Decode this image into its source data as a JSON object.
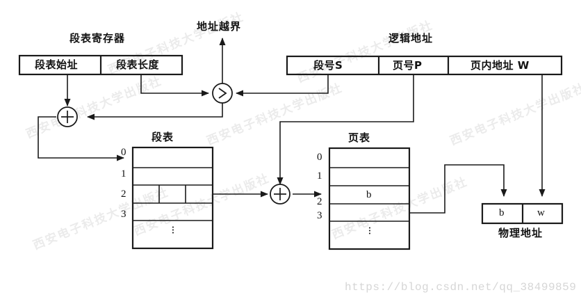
{
  "diagram": {
    "title_seg_register": "段表寄存器",
    "title_logical_address": "逻辑地址",
    "title_address_out_of_range": "地址越界",
    "title_segment_table": "段表",
    "title_page_table": "页表",
    "title_physical_address": "物理地址"
  },
  "seg_register": {
    "cells": [
      {
        "label": "段表始址"
      },
      {
        "label": "段表长度"
      }
    ]
  },
  "logical_address": {
    "cells": [
      {
        "label": "段号S"
      },
      {
        "label": "页号P"
      },
      {
        "label": "页内地址 W"
      }
    ]
  },
  "segment_table": {
    "index_labels": [
      "0",
      "1",
      "2",
      "3"
    ],
    "rows": [
      {
        "value": "",
        "split": false
      },
      {
        "value": "",
        "split": false
      },
      {
        "value": "",
        "split": true
      },
      {
        "value": "",
        "split": false
      },
      {
        "value": "⋮",
        "split": false
      }
    ]
  },
  "page_table": {
    "index_labels": [
      "0",
      "1",
      "2",
      "3"
    ],
    "rows": [
      {
        "value": ""
      },
      {
        "value": ""
      },
      {
        "value": "b"
      },
      {
        "value": ""
      },
      {
        "value": "⋮"
      }
    ]
  },
  "physical_address": {
    "cells": [
      {
        "label": "b"
      },
      {
        "label": "w"
      }
    ]
  },
  "operators": {
    "adder_left": "+",
    "adder_mid": "+",
    "comparator": ">"
  },
  "watermarks": {
    "url": "https://blog.csdn.net/qq_38499859",
    "publisher": "西安电子科技大学出版社"
  },
  "colors": {
    "line": "#1a1a1a",
    "text": "#111111",
    "background": "#ffffff",
    "watermark": "#d6d6d6"
  }
}
